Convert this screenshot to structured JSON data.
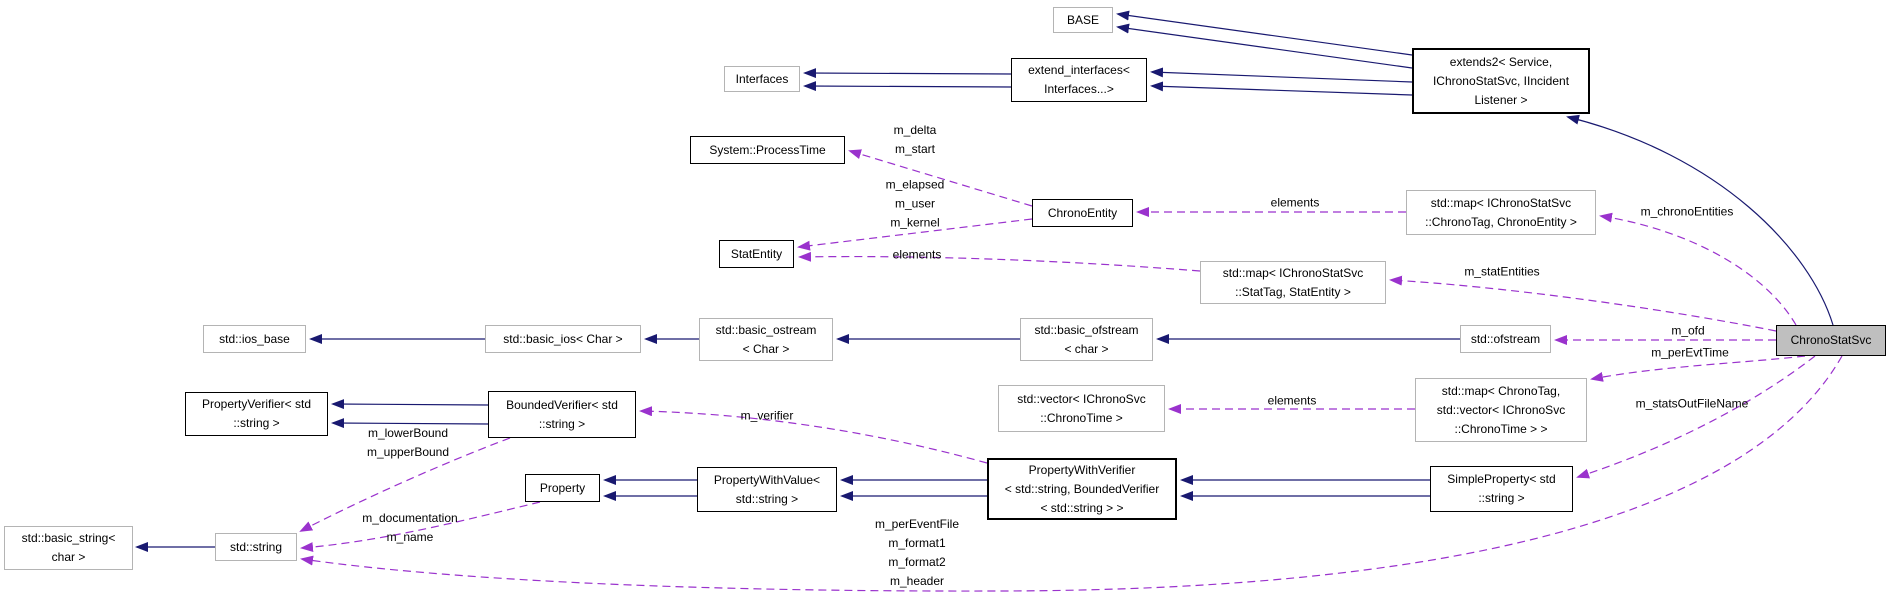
{
  "diagram": {
    "kind_label": "collaboration graph",
    "colors": {
      "background": "#ffffff",
      "inheritance_edge": "#191970",
      "usage_edge": "#9a32cd",
      "node_border": "#000000",
      "external_node_border": "#b4b4b4",
      "highlight_node_fill": "#bfbfbf",
      "text": "#000000"
    },
    "nodes": {
      "base": {
        "label": "BASE"
      },
      "interfaces": {
        "label": "Interfaces"
      },
      "extend_interfaces": {
        "label": "extend_interfaces<\nInterfaces...>"
      },
      "extends2": {
        "label": "extends2< Service,\nIChronoStatSvc, IIncident\nListener >"
      },
      "process_time": {
        "label": "System::ProcessTime"
      },
      "chrono_entity": {
        "label": "ChronoEntity"
      },
      "map_chrono_tag": {
        "label": "std::map< IChronoStatSvc\n::ChronoTag, ChronoEntity >"
      },
      "stat_entity": {
        "label": "StatEntity"
      },
      "map_stat_tag": {
        "label": "std::map< IChronoStatSvc\n::StatTag, StatEntity >"
      },
      "ios_base": {
        "label": "std::ios_base"
      },
      "basic_ios": {
        "label": "std::basic_ios< Char >"
      },
      "basic_ostream": {
        "label": "std::basic_ostream\n< Char >"
      },
      "basic_ofstream": {
        "label": "std::basic_ofstream\n< char >"
      },
      "ofstream": {
        "label": "std::ofstream"
      },
      "chrono_stat_svc": {
        "label": "ChronoStatSvc"
      },
      "vector_chrono_time": {
        "label": "std::vector< IChronoSvc\n::ChronoTime >"
      },
      "map_chrono_time": {
        "label": "std::map< ChronoTag,\nstd::vector< IChronoSvc\n::ChronoTime > >"
      },
      "property_verifier": {
        "label": "PropertyVerifier< std\n::string >"
      },
      "bounded_verifier": {
        "label": "BoundedVerifier< std\n::string >"
      },
      "property": {
        "label": "Property"
      },
      "property_with_value": {
        "label": "PropertyWithValue<\nstd::string >"
      },
      "property_with_verifier": {
        "label": "PropertyWithVerifier\n< std::string, BoundedVerifier\n< std::string > >"
      },
      "simple_property": {
        "label": "SimpleProperty< std\n::string >"
      },
      "basic_string": {
        "label": "std::basic_string<\nchar >"
      },
      "std_string": {
        "label": "std::string"
      }
    },
    "edge_labels": {
      "m_delta_start": "m_delta\nm_start",
      "m_elapsed_user_kernel": "m_elapsed\nm_user\nm_kernel",
      "elements_chrono": "elements",
      "elements_stat": "elements",
      "elements_vector": "elements",
      "m_chrono_entities": "m_chronoEntities",
      "m_stat_entities": "m_statEntities",
      "m_ofd": "m_ofd",
      "m_per_evt_time": "m_perEvtTime",
      "m_stats_out_file_name": "m_statsOutFileName",
      "m_verifier": "m_verifier",
      "m_lower_upper": "m_lowerBound\nm_upperBound",
      "m_doc_name": "m_documentation\nm_name",
      "m_per_event_bundle": "m_perEventFile\nm_format1\nm_format2\nm_header"
    }
  }
}
